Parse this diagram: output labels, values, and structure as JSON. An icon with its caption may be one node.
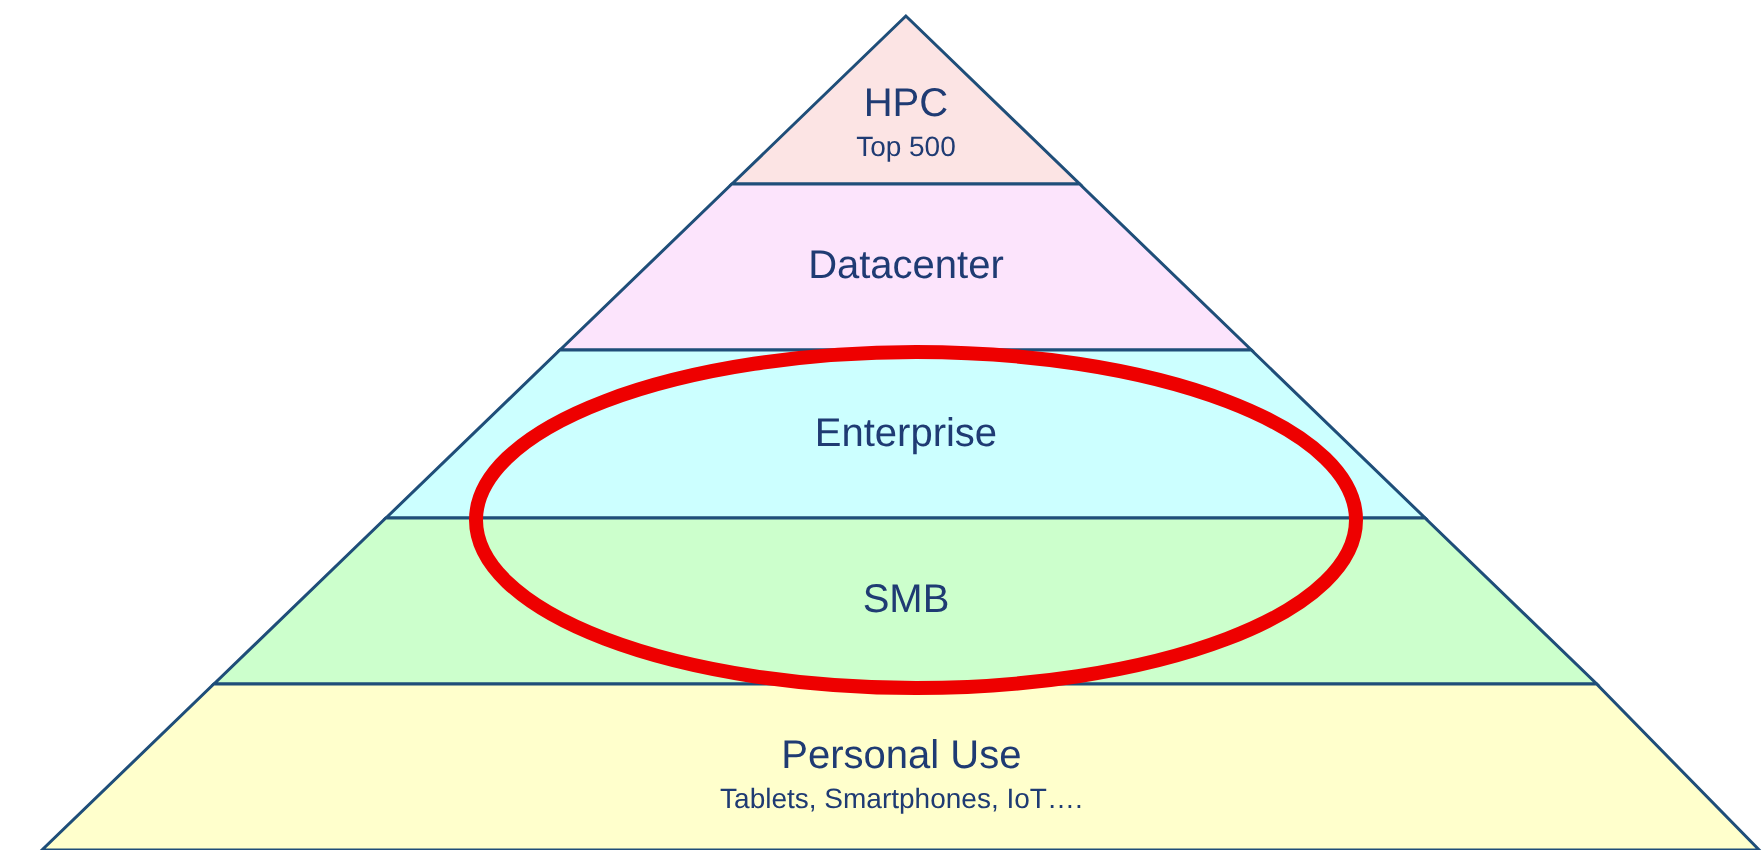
{
  "diagram": {
    "nodes": [
      {
        "text": [
          "HPC",
          "Top 500"
        ]
      },
      {
        "text": [
          "Datacenter"
        ]
      },
      {
        "text": [
          "Enterprise"
        ]
      },
      {
        "text": [
          "SMB"
        ]
      },
      {
        "text": [
          "Personal Use",
          "Tablets, Smartphones, IoT…."
        ]
      }
    ]
  }
}
